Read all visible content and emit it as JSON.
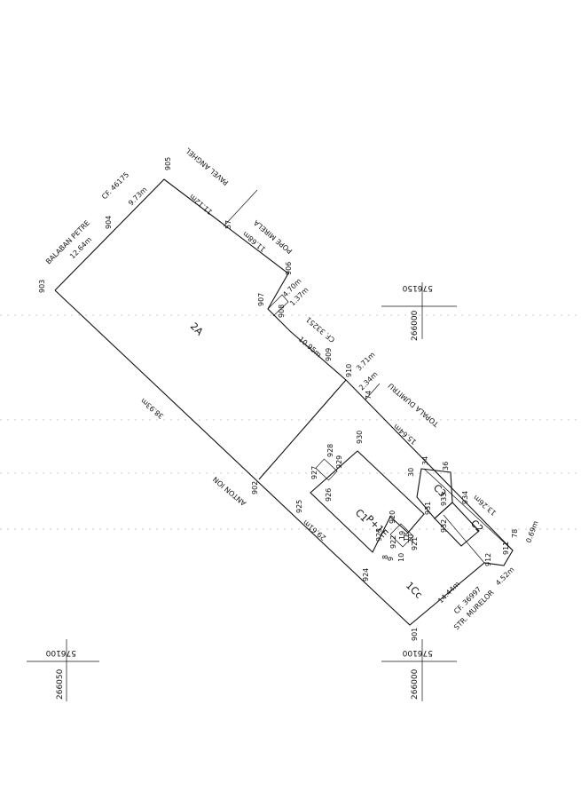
{
  "parcel": {
    "lot_label": "2A",
    "building_label": "C1",
    "building_levels": "P+1E",
    "building_2": "C2",
    "building_3": "C3",
    "yard_label": "1Cc"
  },
  "neighbors": {
    "balaban": "BALABAN PETRE",
    "balaban_cf": "CF. 46175",
    "pavel": "PAVEL ANGHEL",
    "pope": "POPE MIRELA",
    "cf_33251": "CF. 33251",
    "topala": "TOPALA DUMITRU",
    "anton": "ANTON ION",
    "cf_36997": "CF. 36997",
    "street": "STR. MURELOR"
  },
  "distances": {
    "d_12_64": "12.64m",
    "d_9_73": "9.73m",
    "d_11_12": "11.12m",
    "d_11_68": "11.68m",
    "d_4_70": "4.70m",
    "d_1_37": "1.37m",
    "d_10_95": "10.95m",
    "d_3_71": "3.71m",
    "d_2_34": "2.34m",
    "d_15_64": "15.64m",
    "d_13_26": "13.26m",
    "d_0_69": "0.69m",
    "d_4_52": "4.52m",
    "d_14_44": "14.44m",
    "d_29_61": "29.61m",
    "d_38_93": "38.93m"
  },
  "points": {
    "p903": "903",
    "p904": "904",
    "p905": "905",
    "p906": "906",
    "p907": "907",
    "p908": "908",
    "p909": "909",
    "p910": "910",
    "p911": "911",
    "p912": "912",
    "p901": "901",
    "p902": "902",
    "p57": "57",
    "p74": "74",
    "p78": "78",
    "p30": "30",
    "p34": "34",
    "p36": "36",
    "p930": "930",
    "p931": "931",
    "p932": "932",
    "p933": "933",
    "p934": "934",
    "p920": "920",
    "p921": "921",
    "p922": "922",
    "p923": "923",
    "p924": "924",
    "p925": "925",
    "p926": "926",
    "p927": "927",
    "p928": "928",
    "p929": "929",
    "p18": "18",
    "p19": "19",
    "p20": "20",
    "p8": "8",
    "p9": "9",
    "p10": "10"
  },
  "coordinates": {
    "top_right_y": "576150",
    "top_right_x": "266000",
    "bottom_left_y": "576100",
    "bottom_left_x": "266050",
    "bottom_right_y": "576100",
    "bottom_right_x": "266000"
  }
}
